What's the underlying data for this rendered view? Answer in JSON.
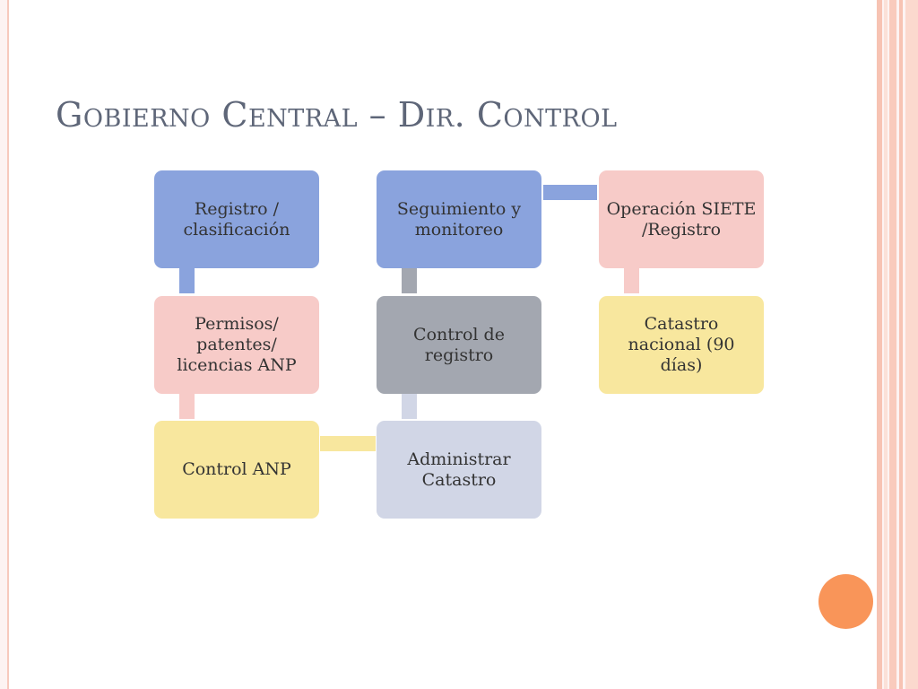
{
  "title": "Gobierno Central – Dir. Control",
  "nodes": {
    "registro": "Registro / clasificación",
    "permisos": "Permisos/ patentes/ licencias ANP",
    "control_anp": "Control ANP",
    "seguimiento": "Seguimiento y monitoreo",
    "control_registro": "Control de registro",
    "administrar": "Administrar Catastro",
    "operacion": "Operación SIETE /Registro",
    "catastro": "Catastro nacional (90 días)"
  },
  "colors": {
    "title": "#5e6678",
    "blue": "#8aa3dd",
    "pink": "#f7cbc8",
    "yellow": "#f8e79e",
    "gray": "#a3a7b0",
    "lavender": "#d1d6e6",
    "accent": "#f99559"
  }
}
